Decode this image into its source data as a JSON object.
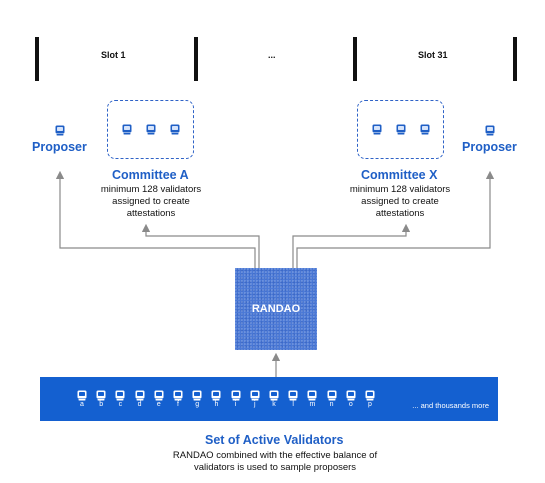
{
  "slots": {
    "slot1_label": "Slot 1",
    "ellipsis": "...",
    "slot31_label": "Slot 31"
  },
  "left": {
    "proposer_label": "Proposer",
    "committee_title": "Committee A",
    "committee_desc": [
      "minimum 128 validators",
      "assigned to create",
      "attestations"
    ]
  },
  "right": {
    "proposer_label": "Proposer",
    "committee_title": "Committee X",
    "committee_desc": [
      "minimum 128 validators",
      "assigned to create",
      "attestations"
    ]
  },
  "randao": {
    "label": "RANDAO"
  },
  "validators": {
    "letters": [
      "a",
      "b",
      "c",
      "d",
      "e",
      "f",
      "g",
      "h",
      "i",
      "j",
      "k",
      "l",
      "m",
      "n",
      "o",
      "p"
    ],
    "more_label": "... and thousands more"
  },
  "footer": {
    "title": "Set of Active Validators",
    "desc": [
      "RANDAO combined with the effective balance of",
      "validators is used to sample proposers"
    ]
  },
  "colors": {
    "accent": "#1f5fc6",
    "bar": "#1460d0",
    "randao": "#4b79d6",
    "arrow": "#8a8a8a"
  },
  "icons": {
    "validator": "validator-icon",
    "arrow": "arrow-up-icon"
  }
}
